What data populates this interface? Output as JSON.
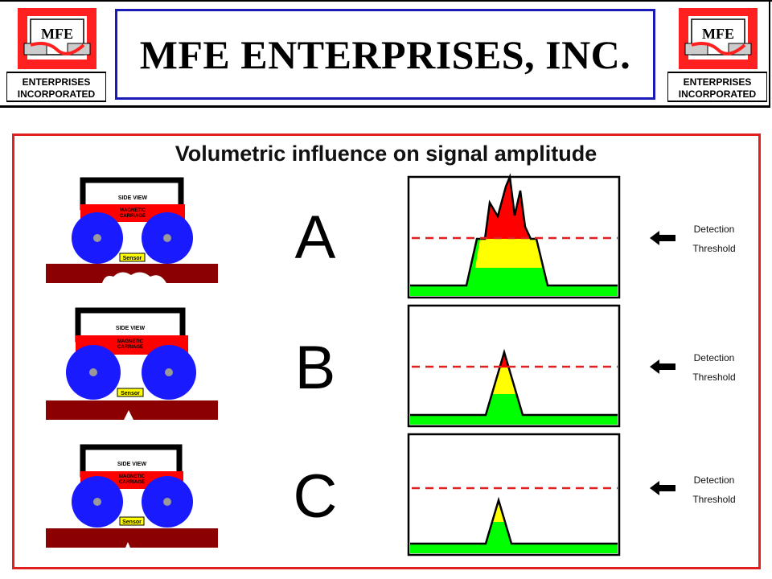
{
  "header": {
    "company_name": "MFE ENTERPRISES, INC.",
    "logo": {
      "mark": "MFE",
      "line1": "ENTERPRISES",
      "line2": "INCORPORATED"
    }
  },
  "diagram": {
    "title": "Volumetric influence on signal amplitude",
    "cart_labels": {
      "side_view": "SIDE VIEW",
      "carriage_line1": "MAGNETIC",
      "carriage_line2": "CARRIAGE",
      "sensor": "Sensor"
    },
    "rows": [
      {
        "letter": "A",
        "threshold_line1": "Detection",
        "threshold_line2": "Threshold"
      },
      {
        "letter": "B",
        "threshold_line1": "Detection",
        "threshold_line2": "Threshold"
      },
      {
        "letter": "C",
        "threshold_line1": "Detection",
        "threshold_line2": "Threshold"
      }
    ],
    "colors": {
      "cart_frame": "#000000",
      "carriage": "#ff0000",
      "wheel": "#1a1aff",
      "sensor": "#ffff00",
      "plate": "#8b0000",
      "signal_base": "#00ff00",
      "signal_mid": "#ffff00",
      "signal_peak": "#ff0000",
      "threshold_line": "#e02020"
    }
  }
}
